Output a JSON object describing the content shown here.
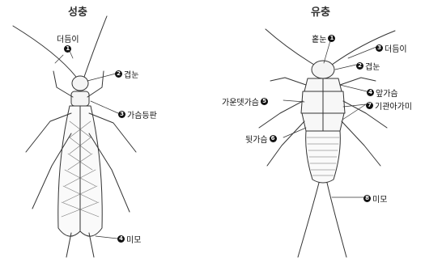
{
  "adult": {
    "title": "성충",
    "labels": [
      {
        "num": "1",
        "text": "더듬이"
      },
      {
        "num": "2",
        "text": "겹눈"
      },
      {
        "num": "3",
        "text": "가슴등판"
      },
      {
        "num": "4",
        "text": "미모"
      }
    ]
  },
  "larva": {
    "title": "유충",
    "labels": [
      {
        "num": "1",
        "text": "홑눈"
      },
      {
        "num": "2",
        "text": "겹눈"
      },
      {
        "num": "3",
        "text": "더듬이"
      },
      {
        "num": "4",
        "text": "앞가슴"
      },
      {
        "num": "5",
        "text": "가운뎃가슴"
      },
      {
        "num": "6",
        "text": "뒷가슴"
      },
      {
        "num": "7",
        "text": "기관아가미"
      },
      {
        "num": "8",
        "text": "미모"
      }
    ]
  },
  "colors": {
    "ink": "#222222",
    "badge": "#111111",
    "background": "#ffffff"
  }
}
